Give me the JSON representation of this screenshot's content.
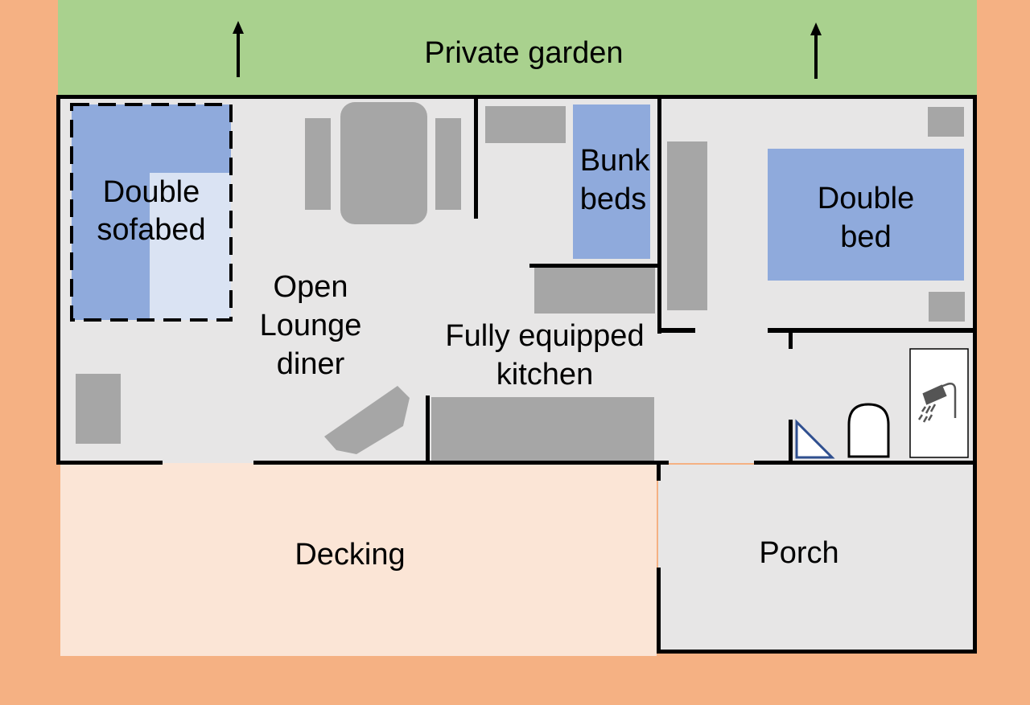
{
  "labels": {
    "garden": "Private garden",
    "sofabed_line1": "Double",
    "sofabed_line2": "sofabed",
    "lounge_line1": "Open",
    "lounge_line2": "Lounge",
    "lounge_line3": "diner",
    "bunk_line1": "Bunk",
    "bunk_line2": "beds",
    "doublebed_line1": "Double",
    "doublebed_line2": "bed",
    "kitchen_line1": "Fully equipped",
    "kitchen_line2": "kitchen",
    "decking": "Decking",
    "porch": "Porch"
  },
  "colors": {
    "background": "#f5b183",
    "garden": "#a9d18e",
    "floor": "#e7e6e6",
    "decking": "#fbe5d6",
    "bed": "#8faadc",
    "bed_light": "#dae3f3",
    "furniture": "#a6a6a6",
    "wall": "#000000"
  },
  "icons": [
    "arrow-up-icon",
    "shower-icon",
    "toilet-icon",
    "basin-icon"
  ]
}
